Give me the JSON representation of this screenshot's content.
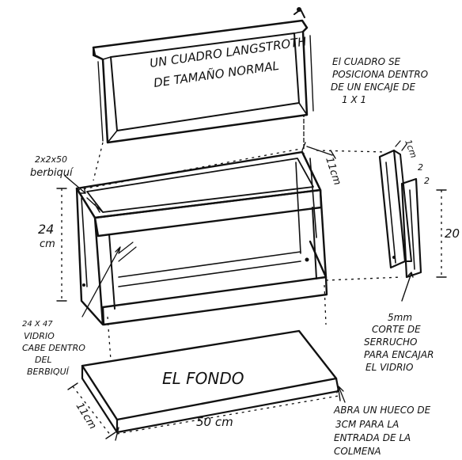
{
  "labels": {
    "frame_line1": "UN CUADRO LANGSTROTH",
    "frame_line2": "DE TAMAÑO NORMAL",
    "note_line1": "El CUADRO SE",
    "note_line2": "POSICIONA DENTRO",
    "note_line3": "DE UN ENCAJE DE",
    "note_line4": "1 X 1",
    "rebate_line1": "2x2x50",
    "rebate_line2": "berbiquí",
    "height_line1": "24",
    "height_line2": "cm",
    "depth_label": "11cm",
    "side_dim_top": "1cm",
    "side_dim_a": "2",
    "side_dim_b": "2",
    "side_height": "20",
    "glass_line1": "24 X 47",
    "glass_line2": "VIDRIO",
    "glass_line3": "CABE DENTRO",
    "glass_line4": "DEL",
    "glass_line5": "BERBIQUÍ",
    "cut_line1": "5mm",
    "cut_line2": "CORTE DE",
    "cut_line3": "SERRUCHO",
    "cut_line4": "PARA ENCAJAR",
    "cut_line5": "EL VIDRIO",
    "base_label": "EL FONDO",
    "base_depth": "11cm",
    "base_width": "50 cm",
    "hole_line1": "ABRA UN HUECO DE",
    "hole_line2": "3CM PARA LA",
    "hole_line3": "ENTRADA DE LA",
    "hole_line4": "COLMENA"
  }
}
